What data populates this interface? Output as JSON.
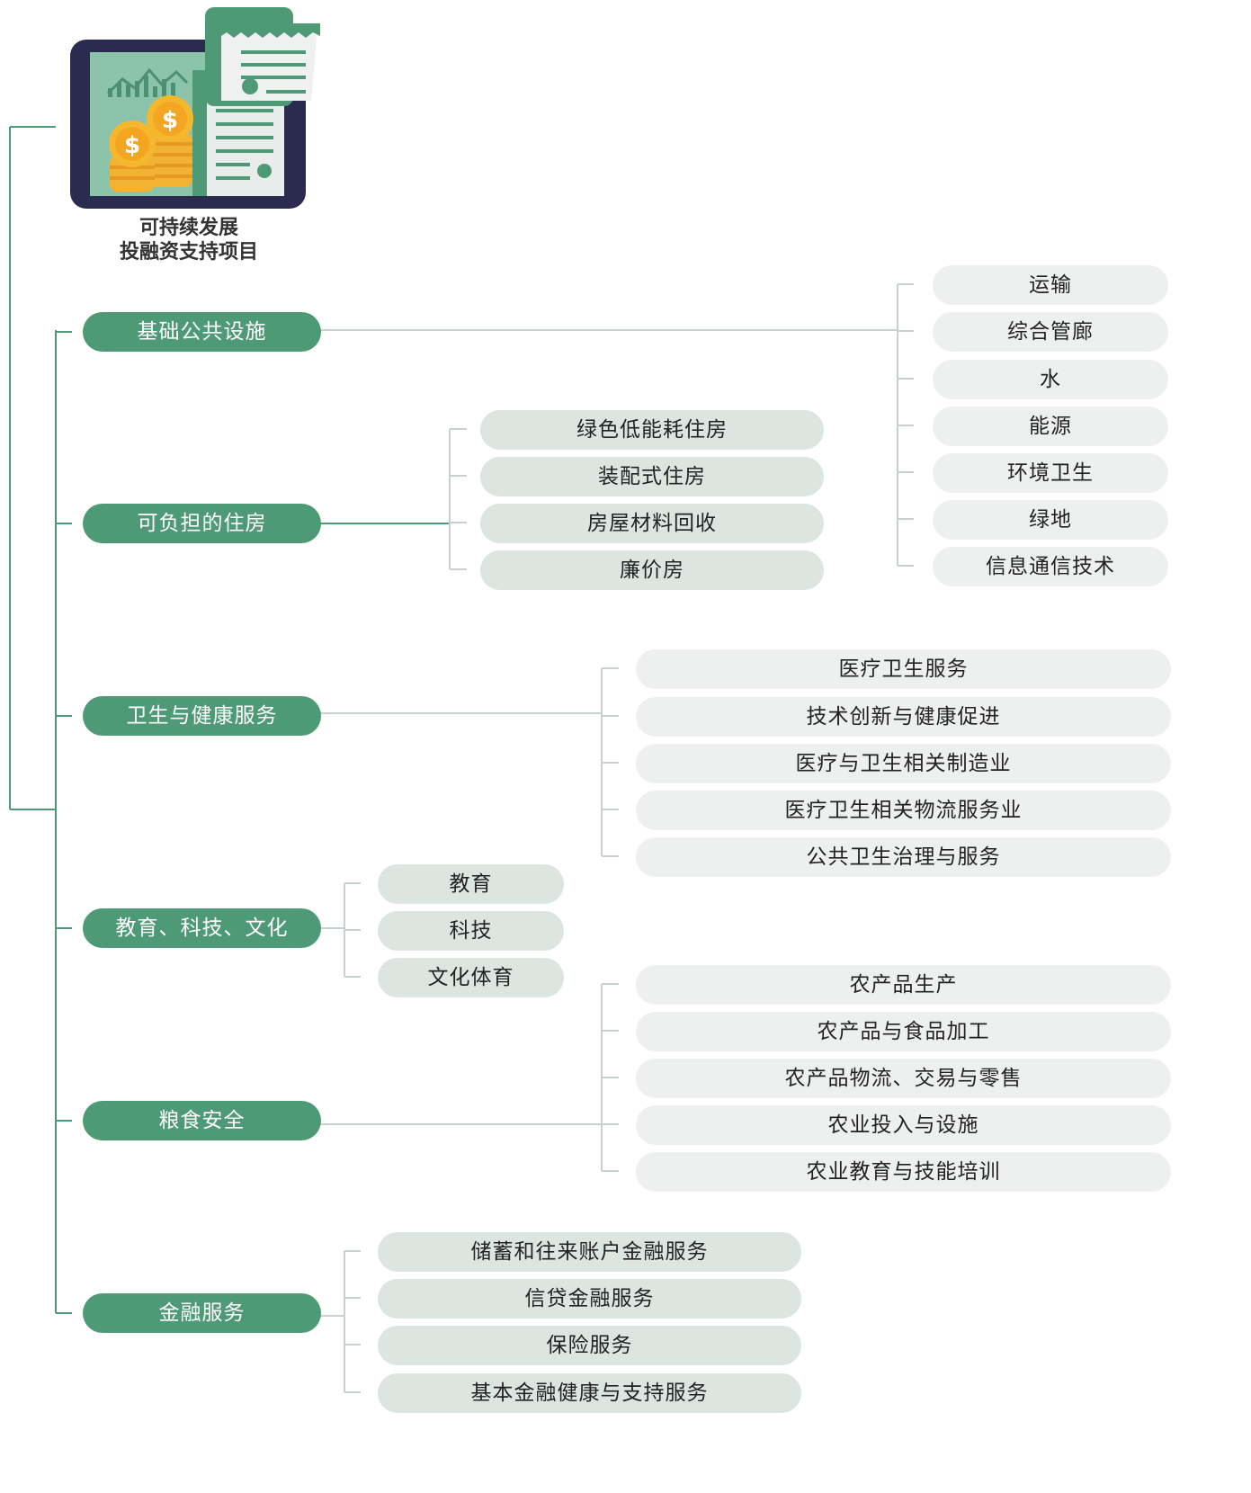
{
  "title_lines": [
    "可持续发展",
    "投融资支持项目"
  ],
  "icon": "finance-report-coins-icon",
  "colors": {
    "accent": "#4f9a76",
    "connector": "#4f9a76",
    "leaf_dark": "#dde5e1",
    "leaf_light": "#eef0f0"
  },
  "categories": [
    {
      "label": "基础公共设施",
      "items": [
        "运输",
        "综合管廊",
        "水",
        "能源",
        "环境卫生",
        "绿地",
        "信息通信技术"
      ]
    },
    {
      "label": "可负担的住房",
      "items": [
        "绿色低能耗住房",
        "装配式住房",
        "房屋材料回收",
        "廉价房"
      ]
    },
    {
      "label": "卫生与健康服务",
      "items": [
        "医疗卫生服务",
        "技术创新与健康促进",
        "医疗与卫生相关制造业",
        "医疗卫生相关物流服务业",
        "公共卫生治理与服务"
      ]
    },
    {
      "label": "教育、科技、文化",
      "items": [
        "教育",
        "科技",
        "文化体育"
      ]
    },
    {
      "label": "粮食安全",
      "items": [
        "农产品生产",
        "农产品与食品加工",
        "农产品物流、交易与零售",
        "农业投入与设施",
        "农业教育与技能培训"
      ]
    },
    {
      "label": "金融服务",
      "items": [
        "储蓄和往来账户金融服务",
        "信贷金融服务",
        "保险服务",
        "基本金融健康与支持服务"
      ]
    }
  ]
}
